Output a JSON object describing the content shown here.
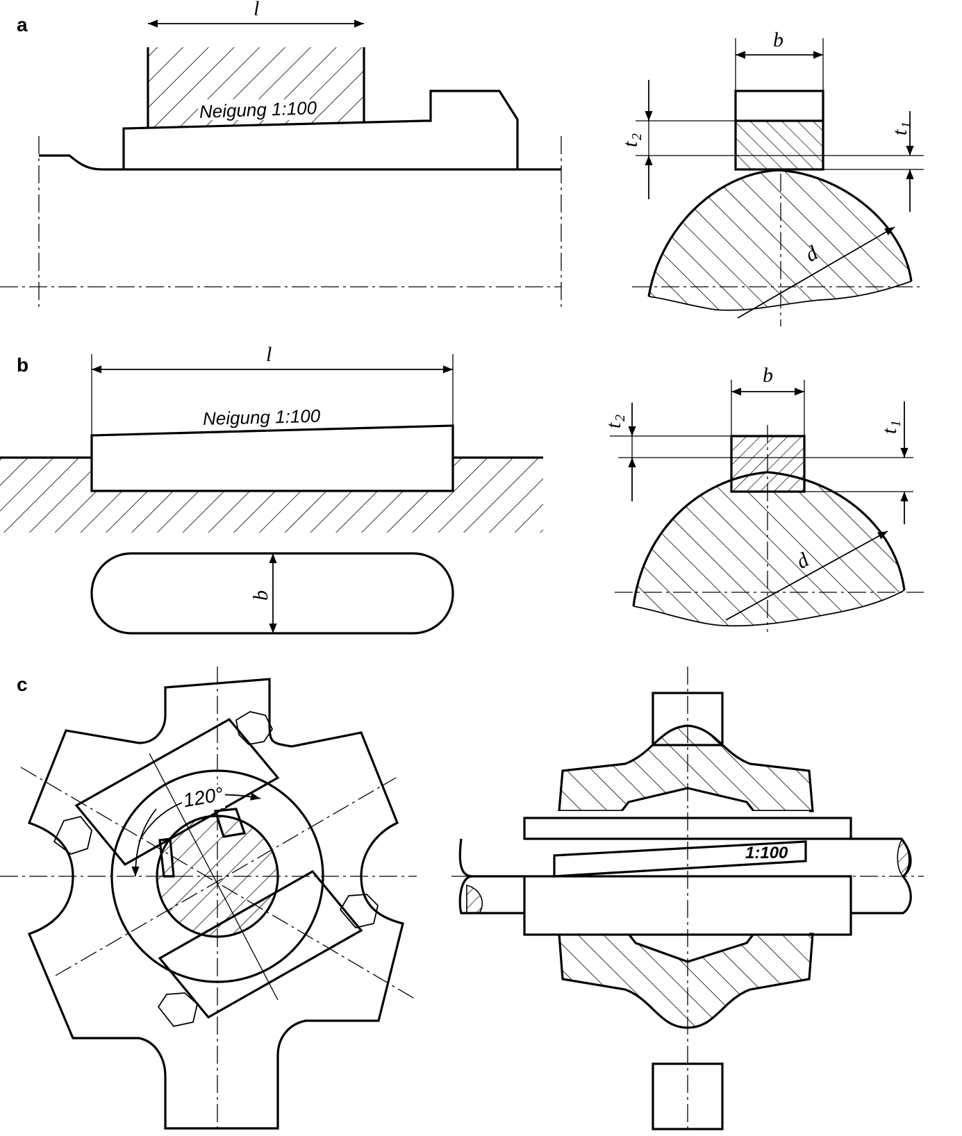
{
  "panels": {
    "a": {
      "label": "a",
      "length_label": "l",
      "slope_note": "Neigung 1:100",
      "width_label": "b",
      "hub_depth_label": "t",
      "hub_depth_sub": "2",
      "shaft_depth_label": "t",
      "shaft_depth_sub": "1",
      "diameter_label": "d"
    },
    "b": {
      "label": "b",
      "length_label": "l",
      "slope_note": "Neigung 1:100",
      "plan_width_label": "b",
      "width_label": "b",
      "hub_depth_label": "t",
      "hub_depth_sub": "2",
      "shaft_depth_label": "t",
      "shaft_depth_sub": "1",
      "diameter_label": "d"
    },
    "c": {
      "label": "c",
      "angle_label": "120°",
      "taper_label": "1:100"
    }
  }
}
